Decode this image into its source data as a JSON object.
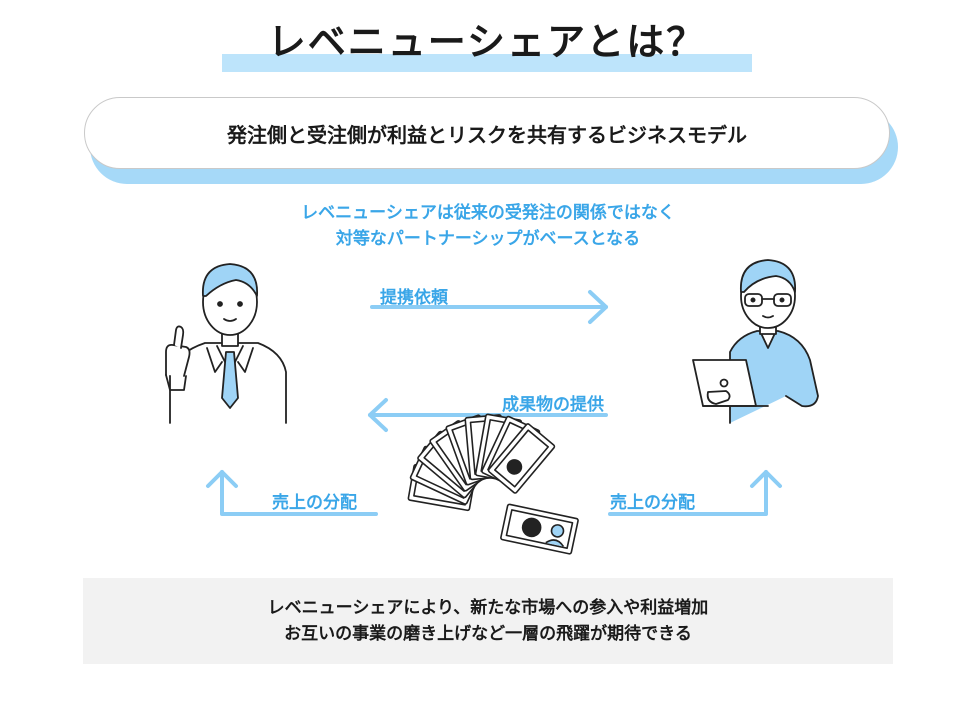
{
  "title": "レベニューシェアとは？",
  "definition": "発注側と受注側が利益とリスクを共有するビジネスモデル",
  "subtitle": {
    "line1": "レベニューシェアは従来の受発注の関係ではなく",
    "line2": "対等なパートナーシップがベースとなる"
  },
  "flows": {
    "request": "提携依頼",
    "deliverable": "成果物の提供",
    "share_left": "売上の分配",
    "share_right": "売上の分配"
  },
  "conclusion": {
    "line1": "レベニューシェアにより、新たな市場への参入や利益増加",
    "line2": "お互いの事業の磨き上げなど一層の飛躍が期待できる"
  },
  "colors": {
    "accent": "#3aa6e8",
    "arrow": "#8ccdf5",
    "highlight": "#bde4fb",
    "shirt": "#9fd4f6",
    "panel": "#f2f2f2"
  },
  "icons": {
    "client": "businessman-pointing-icon",
    "contractor": "engineer-with-laptop-icon",
    "money": "banknotes-stack-icon"
  }
}
